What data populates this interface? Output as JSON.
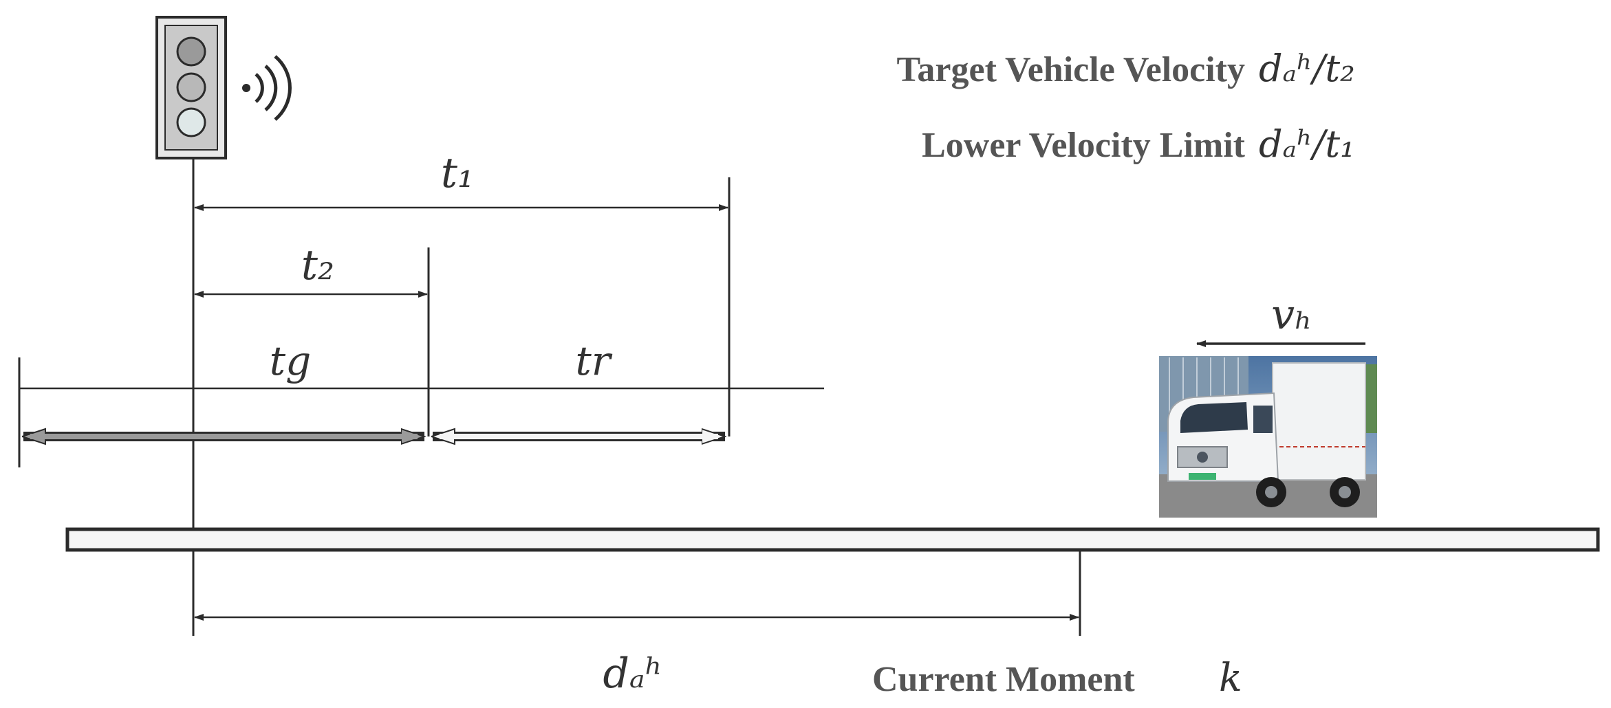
{
  "labels": {
    "target_velocity_text": "Target Vehicle Velocity",
    "target_velocity_math": "dₐʰ/t₂",
    "lower_limit_text": "Lower Velocity Limit",
    "lower_limit_math": "dₐʰ/t₁",
    "t1": "t₁",
    "t2": "t₂",
    "tg": "tg",
    "tr": "tr",
    "vh": "vₕ",
    "dah": "dₐʰ",
    "current_moment_text": "Current Moment",
    "current_moment_math": "k"
  },
  "colors": {
    "ink": "#2b2b2b",
    "text": "#555555",
    "light_off": "#9a9a9a",
    "light_mid": "#b8b8b8",
    "light_on": "#dfe8e8",
    "truck_body": "#f2f3f4",
    "sky": "#6d8fb0",
    "road": "#8a8a8a"
  },
  "icons": {
    "traffic_light": "traffic-light-icon",
    "signal": "wireless-signal-icon",
    "truck": "truck-photo"
  }
}
